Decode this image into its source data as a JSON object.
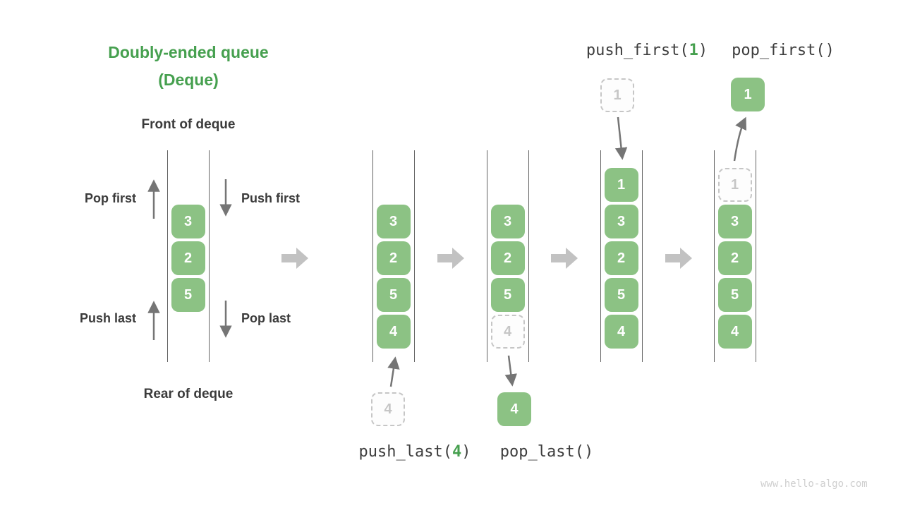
{
  "title": {
    "line1": "Doubly-ended queue",
    "line2": "(Deque)"
  },
  "structure_labels": {
    "front": "Front of deque",
    "rear": "Rear of deque"
  },
  "operation_labels": {
    "pop_first": "Pop first",
    "push_first": "Push first",
    "push_last": "Push last",
    "pop_last": "Pop last"
  },
  "ops": {
    "push_first": {
      "pre": "push_first(",
      "arg": "1",
      "post": ")"
    },
    "pop_first": {
      "text": "pop_first()"
    },
    "push_last": {
      "pre": "push_last(",
      "arg": "4",
      "post": ")"
    },
    "pop_last": {
      "text": "pop_last()"
    }
  },
  "queues": {
    "q1": {
      "cells": [
        "3",
        "2",
        "5"
      ]
    },
    "q2": {
      "cells": [
        "3",
        "2",
        "5",
        "4"
      ],
      "incoming": "4"
    },
    "q3": {
      "cells": [
        "3",
        "2",
        "5"
      ],
      "ghost": "4",
      "outgoing": "4"
    },
    "q4": {
      "cells": [
        "1",
        "3",
        "2",
        "5",
        "4"
      ],
      "incoming": "1"
    },
    "q5": {
      "cells": [
        "3",
        "2",
        "5",
        "4"
      ],
      "ghost": "1",
      "outgoing": "1"
    }
  },
  "watermark": "www.hello-algo.com",
  "colors": {
    "box_green": "#8CC284",
    "title_green": "#46A04F",
    "text_dark": "#3B3B3B",
    "arrow_gray": "#757575",
    "block_arrow_gray": "#C2C2C2",
    "ghost_gray": "#C6C6C6",
    "watermark_gray": "#CFCFCF"
  }
}
